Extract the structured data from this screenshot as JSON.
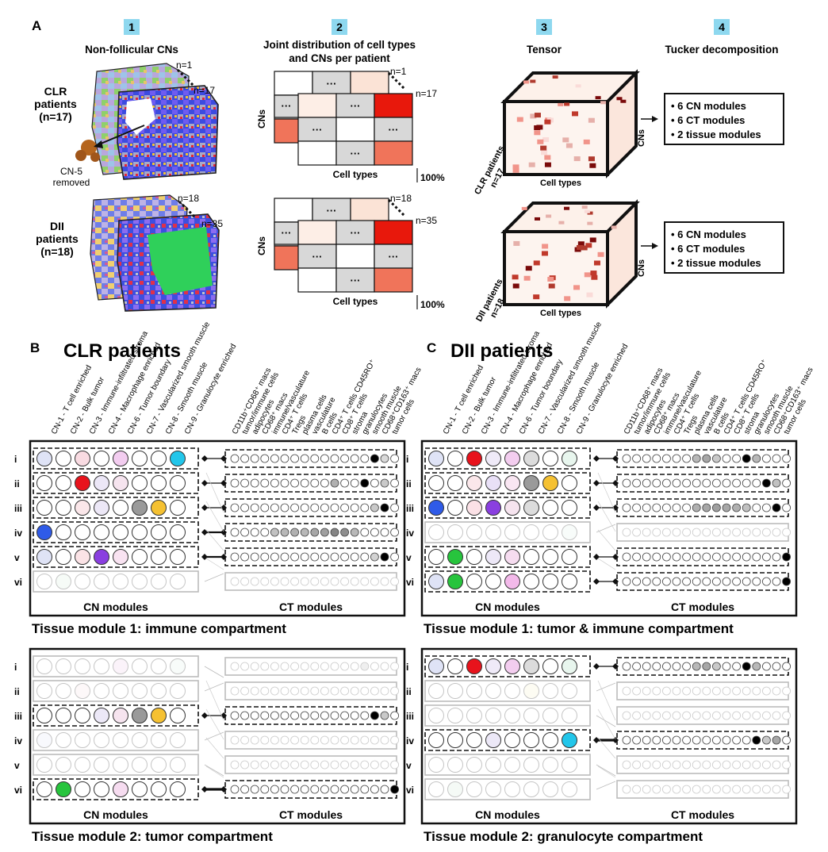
{
  "panel_a": {
    "label": "A",
    "steps": [
      {
        "num": "1",
        "title": "Non-follicular CNs"
      },
      {
        "num": "2",
        "title_line1": "Joint distribution of cell types",
        "title_line2": "and CNs per patient"
      },
      {
        "num": "3",
        "title": "Tensor"
      },
      {
        "num": "4",
        "title": "Tucker decomposition"
      }
    ],
    "clr": {
      "label_line1": "CLR",
      "label_line2": "patients",
      "label_line3": "(n=17)",
      "n_first": "n=1",
      "n_last": "n=17",
      "removed_line1": "CN-5",
      "removed_line2": "removed",
      "tensor_depth_line1": "CLR patients",
      "tensor_depth_line2": "n=17"
    },
    "dii": {
      "label_line1": "DII",
      "label_line2": "patients",
      "label_line3": "(n=18)",
      "n_first": "n=18",
      "n_last": "n=35",
      "tensor_depth_line1": "DII patients",
      "tensor_depth_line2": "n=18"
    },
    "cns_label": "CNs",
    "cell_types_label": "Cell types",
    "percent_label": "100%",
    "dots": "···",
    "results": [
      "6 CN modules",
      "6 CT modules",
      "2 tissue modules"
    ],
    "colors": {
      "step_box": "#8ed8ef",
      "heat_max": "#e8180c",
      "heat_mid": "#f0745a",
      "heat_low": "#fbe3d6",
      "grey_cell": "#d8d8d8"
    }
  },
  "panel_b": {
    "label": "B",
    "title": "CLR patients"
  },
  "panel_c": {
    "label": "C",
    "title": "DII patients"
  },
  "cn_labels": [
    "CN-1 - T cell enriched",
    "CN-2 - Bulk tumor",
    "CN-3 - Immune-infiltrated stroma",
    "CN-4 - Macrophage enriched",
    "CN-6 - Tumor boundary",
    "CN-7 - Vascularized smooth muscle",
    "CN-8 - Smooth muscle",
    "CN-9 - Granulocyte enriched"
  ],
  "ct_labels": [
    "CD11b⁺CD68⁺ macs",
    "tumor/immune cells",
    "adipocytes",
    "CD68⁺ macs",
    "immune/vasculature",
    "CD4⁺ T cells",
    "Tregs",
    "plasma cells",
    "vasculature",
    "B cells",
    "CD4⁺ T cells CD45RO⁺",
    "CD8⁺ T cells",
    "stroma",
    "granulocytes",
    "smooth muscle",
    "CD68⁺CD163⁺ macs",
    "tumor cells"
  ],
  "roman": [
    "i",
    "ii",
    "iii",
    "iv",
    "v",
    "vi"
  ],
  "cn_modules_label": "CN modules",
  "ct_modules_label": "CT modules",
  "tissue_modules": {
    "clr_1": "Tissue module 1: immune compartment",
    "clr_2": "Tissue module 2: tumor compartment",
    "dii_1": "Tissue module 1: tumor & immune compartment",
    "dii_2": "Tissue module 2: granulocyte compartment"
  },
  "cn_colors": [
    "#2f5be8",
    "#27c43d",
    "#e8131c",
    "#8a3fe0",
    "#ee7fd0",
    "#8a8a8a",
    "#f5c132",
    "#22c6ea"
  ]
}
